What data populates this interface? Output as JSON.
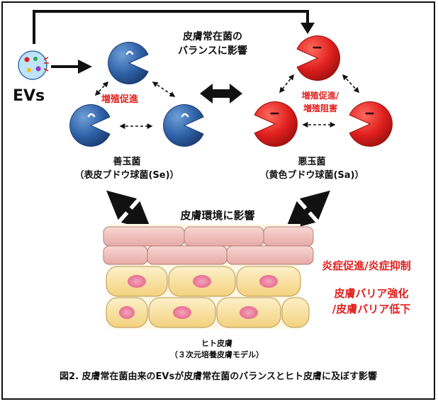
{
  "evs_label": "EVs",
  "balance_effect": {
    "line1": "皮膚常在菌の",
    "line2": "バランスに影響"
  },
  "good_bacteria": {
    "interaction": "増殖促進",
    "name": "善玉菌",
    "species": "（表皮ブドウ球菌(Se)）",
    "color": "#2f62a9"
  },
  "bad_bacteria": {
    "interaction_line1": "増殖促進/",
    "interaction_line2": "増殖阻害",
    "name": "悪玉菌",
    "species": "（黄色ブドウ球菌(Sa)）",
    "color": "#e0201e"
  },
  "skin_environment": "皮膚環境に影響",
  "effects": {
    "line1": "炎症促進/炎症抑制",
    "line2": "皮膚バリア強化",
    "line3": "/皮膚バリア低下"
  },
  "skin_model": {
    "name": "ヒト皮膚",
    "description": "（３次元培養皮膚モデル）"
  },
  "caption": "図2. 皮膚常在菌由来のEVsが皮膚常在菌のバランスとヒト皮膚に及ぼす影響",
  "colors": {
    "top_layer": "#f2c7c3",
    "bottom_layer": "#f9e2a6",
    "nucleus": "#f08aa6",
    "accent_text": "#e0201e"
  }
}
